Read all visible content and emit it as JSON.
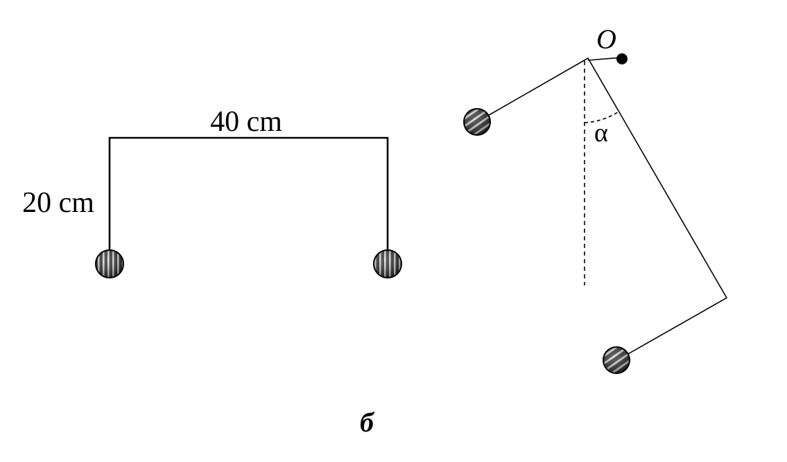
{
  "figure_a": {
    "width_label": "40 cm",
    "height_label": "20 cm"
  },
  "figure_b": {
    "pivot_label": "O",
    "angle_label": "α"
  },
  "caption": "б",
  "colors": {
    "line": "#000000",
    "ball_dark": "#1a1a1a",
    "ball_light": "#d9d9d9"
  }
}
